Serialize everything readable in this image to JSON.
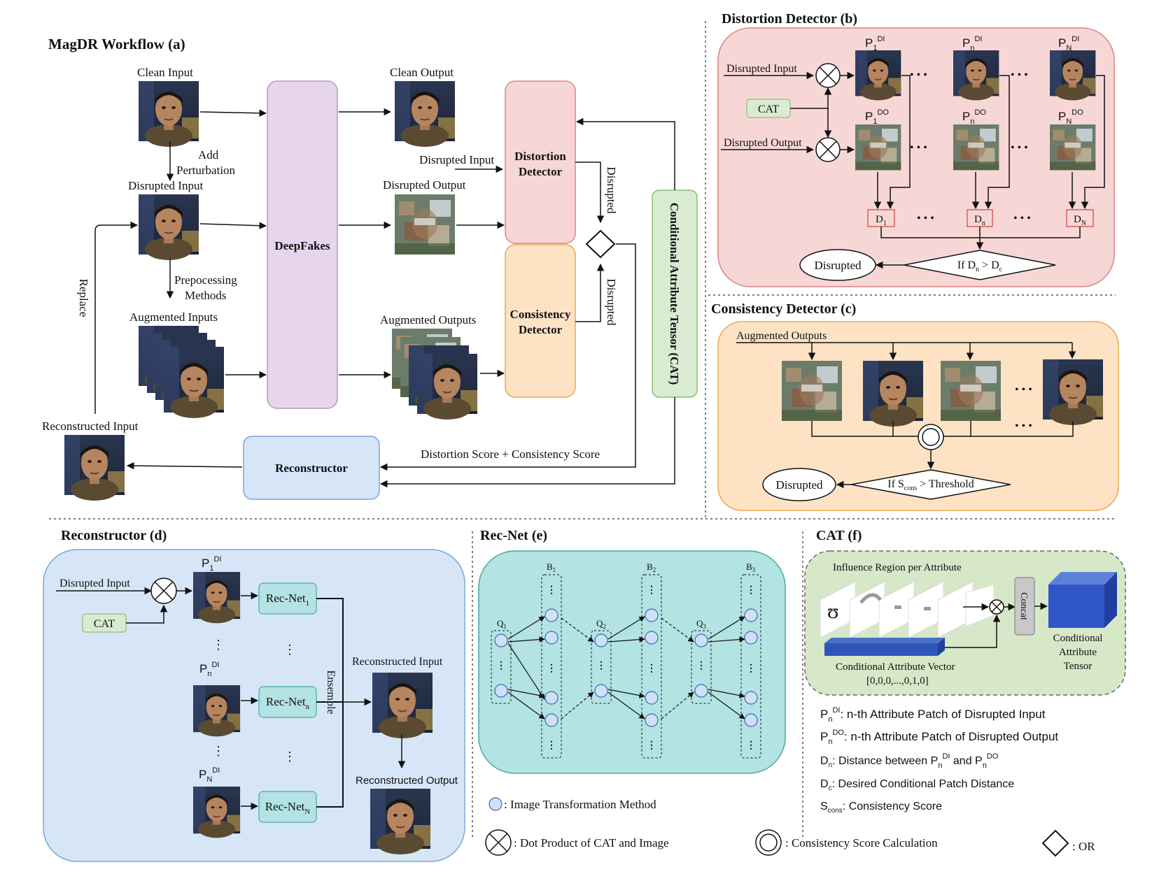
{
  "panel_a": {
    "title": "MagDR Workflow (a)",
    "clean_input": "Clean Input",
    "add": "Add",
    "perturbation": "Perturbation",
    "disrupted_input": "Disrupted Input",
    "prepro1": "Prepocessing",
    "prepro2": "Methods",
    "augmented_inputs": "Augmented Inputs",
    "replace": "Replace",
    "reconstructed_input": "Reconstructed Input",
    "deepfakes": "DeepFakes",
    "clean_output": "Clean Output",
    "disrupted_output": "Disrupted Output",
    "augmented_outputs": "Augmented Outputs",
    "disrupted_input_arrow": "Disrupted Input",
    "distortion_detector1": "Distortion",
    "distortion_detector2": "Detector",
    "consistency_detector1": "Consistency",
    "consistency_detector2": "Detector",
    "disrupted_top": "Disrupted",
    "disrupted_bottom": "Disrupted",
    "cat": "Conditional Attribute Tensor (CAT)",
    "reconstructor": "Reconstructor",
    "scores": "Distortion Score + Consistency Score"
  },
  "panel_b": {
    "title": "Distortion Detector (b)",
    "disrupted_input": "Disrupted Input",
    "disrupted_output": "Disrupted Output",
    "cat": "CAT",
    "p_di": [
      "P",
      "P",
      "P"
    ],
    "p_di_sub": [
      "1",
      "n",
      "N"
    ],
    "p_di_sup": [
      "DI",
      "DI",
      "DI"
    ],
    "p_do": [
      "P",
      "P",
      "P"
    ],
    "p_do_sub": [
      "1",
      "n",
      "N"
    ],
    "p_do_sup": [
      "DO",
      "DO",
      "DO"
    ],
    "d": [
      "D",
      "D",
      "D"
    ],
    "d_sub": [
      "1",
      "n",
      "N"
    ],
    "dots": "• • •",
    "disrupted": "Disrupted",
    "condition": "If D",
    "condition_sub": "n",
    "condition_rest": " > D",
    "condition_sub2": "c"
  },
  "panel_c": {
    "title": "Consistency Detector (c)",
    "augmented_outputs": "Augmented Outputs",
    "dots": "• • •",
    "disrupted": "Disrupted",
    "condition": "If S",
    "condition_sub": "cons",
    "condition_rest": " > Threshold"
  },
  "panel_d": {
    "title": "Reconstructor (d)",
    "disrupted_input": "Disrupted Input",
    "cat": "CAT",
    "p_labels": [
      "P",
      "P",
      "P"
    ],
    "p_sub": [
      "1",
      "n",
      "N"
    ],
    "p_sup": [
      "DI",
      "DI",
      "DI"
    ],
    "recnet": "Rec-Net",
    "recnet_sub": [
      "1",
      "n",
      "N"
    ],
    "ensemble": "Ensemble",
    "reconstructed_input": "Reconstructed Input",
    "reconstructed_output": "Reconstructed Output"
  },
  "panel_e": {
    "title": "Rec-Net (e)",
    "b_labels": [
      "B",
      "B",
      "B"
    ],
    "b_sub": [
      "1",
      "2",
      "3"
    ],
    "q_labels": [
      "Q",
      "Q",
      "Q"
    ],
    "q_sub": [
      "1",
      "2",
      "3"
    ]
  },
  "panel_f": {
    "title": "CAT (f)",
    "influence": "Influence Region per Attribute",
    "concat": "Concat",
    "cav": "Conditional Attribute Vector",
    "cav_value": "[0,0,0,...,0,1,0]",
    "tensor1": "Conditional",
    "tensor2": "Attribute",
    "tensor3": "Tensor"
  },
  "legend": {
    "pdi": ": n-th Attribute Patch of Disrupted Input",
    "pdo": ": n-th Attribute Patch of Disrupted Output",
    "dn_a": ": Distance between P",
    "dn_b": " and P",
    "dc": ": Desired Conditional Patch Distance",
    "scons": ": Consistency Score",
    "itm": ": Image Transformation Method",
    "dot": ": Dot Product of CAT and Image",
    "csc": ": Consistency Score Calculation",
    "or": ": OR"
  },
  "colors": {
    "deepfakes_fill": "#e6d5ec",
    "distortion_fill": "#f7d7d6",
    "consistency_fill": "#fde3c4",
    "cat_fill": "#d9ecd2",
    "reconstructor_fill": "#d6e6f7",
    "recnet_fill": "#b3e3e2",
    "cat_panel_fill": "#d6e8c8",
    "face_skin": "#b58560",
    "face_bg": "#26304a"
  }
}
